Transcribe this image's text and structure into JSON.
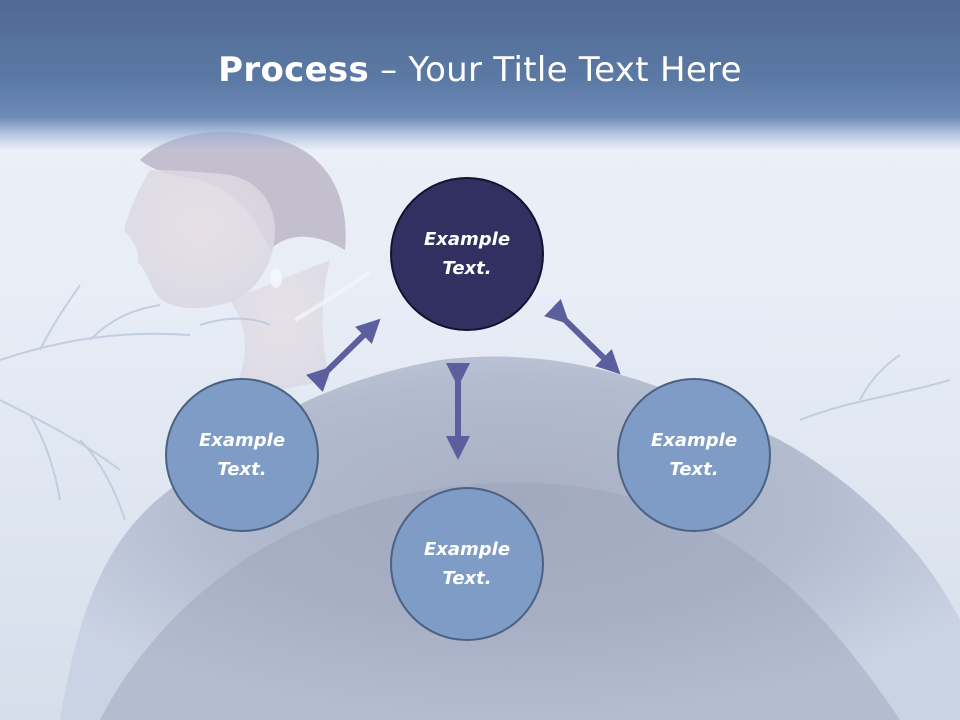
{
  "title": {
    "bold": "Process",
    "rest": " – Your Title Text Here"
  },
  "nodes": {
    "top": "Example Text.",
    "left": "Example Text.",
    "bottom": "Example Text.",
    "right": "Example Text."
  },
  "colors": {
    "title_bar": "#5a77a2",
    "node_dark": "#323060",
    "node_light": "#7e9cc6",
    "arrow": "#5b5f9d"
  }
}
